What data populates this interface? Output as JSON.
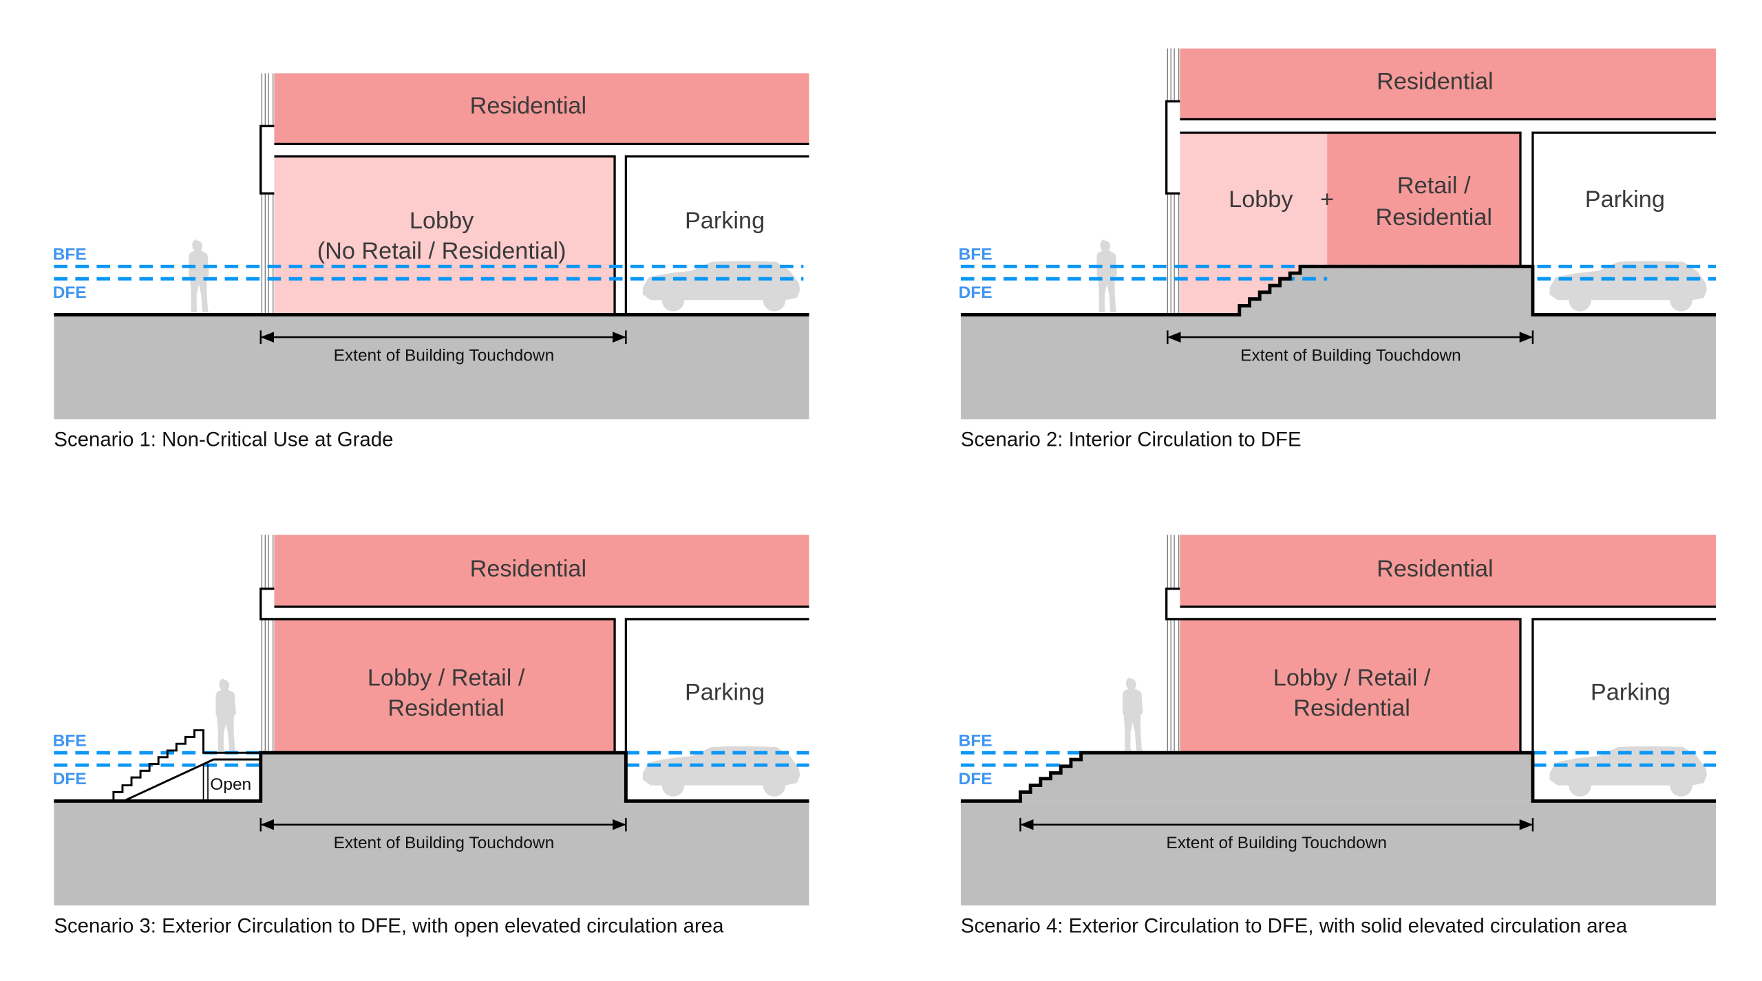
{
  "colors": {
    "residential": "#f59a99",
    "lobby_light": "#fdcccc",
    "ground": "#bebebe",
    "flood_line": "#0a97f7",
    "flood_label": "#3f95f2",
    "silhouette": "#d9d9d9",
    "wall": "#000000"
  },
  "legend": {
    "bfe": "BFE",
    "dfe": "DFE"
  },
  "scenarios": [
    {
      "caption": "Scenario 1: Non-Critical Use at Grade",
      "upper_label": "Residential",
      "lower_label_line1": "Lobby",
      "lower_label_line2": "(No Retail / Residential)",
      "parking_label": "Parking",
      "extent_label": "Extent of Building Touchdown"
    },
    {
      "caption": "Scenario 2: Interior Circulation to DFE",
      "upper_label": "Residential",
      "lobby_label": "Lobby",
      "plus_label": "+",
      "retail_label_line1": "Retail /",
      "retail_label_line2": "Residential",
      "parking_label": "Parking",
      "extent_label": "Extent of Building Touchdown"
    },
    {
      "caption": "Scenario 3: Exterior Circulation to DFE, with open elevated circulation area",
      "upper_label": "Residential",
      "lower_label_line1": "Lobby / Retail /",
      "lower_label_line2": "Residential",
      "parking_label": "Parking",
      "open_label": "Open",
      "extent_label": "Extent of Building Touchdown"
    },
    {
      "caption": "Scenario 4: Exterior Circulation to DFE, with solid elevated circulation area",
      "upper_label": "Residential",
      "lower_label_line1": "Lobby / Retail /",
      "lower_label_line2": "Residential",
      "parking_label": "Parking",
      "extent_label": "Extent of Building Touchdown"
    }
  ]
}
